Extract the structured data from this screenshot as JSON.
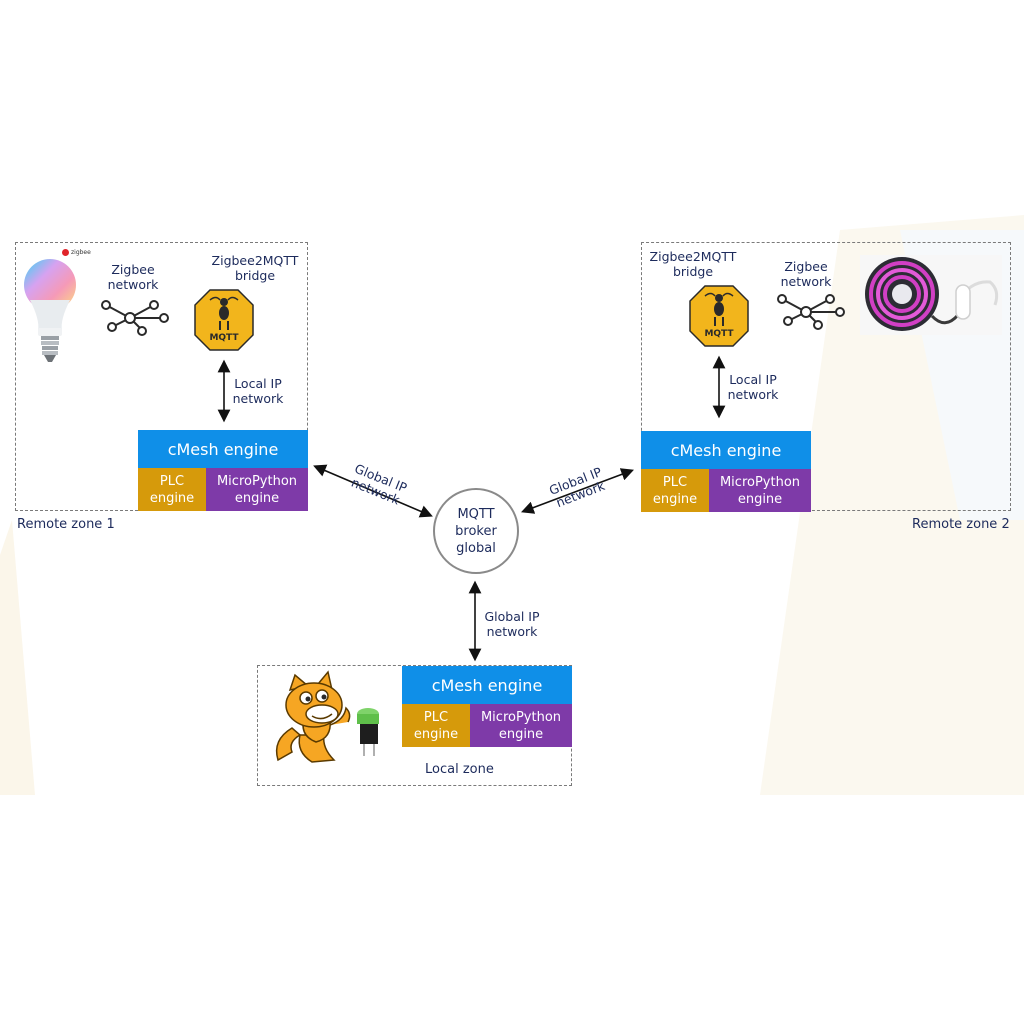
{
  "remote_zone_1": {
    "name": "Remote zone 1",
    "zigbee_brand": "zigbee",
    "zigbee_network": [
      "Zigbee",
      "network"
    ],
    "bridge": [
      "Zigbee2MQTT",
      "bridge"
    ],
    "mqtt_logo_text": "MQTT",
    "local_link": [
      "Local IP",
      "network"
    ],
    "engine": {
      "title": "cMesh engine",
      "plc": [
        "PLC",
        "engine"
      ],
      "micropython": [
        "MicroPython",
        "engine"
      ]
    }
  },
  "remote_zone_2": {
    "name": "Remote zone 2",
    "zigbee_network": [
      "Zigbee",
      "network"
    ],
    "bridge": [
      "Zigbee2MQTT",
      "bridge"
    ],
    "mqtt_logo_text": "MQTT",
    "local_link": [
      "Local IP",
      "network"
    ],
    "engine": {
      "title": "cMesh engine",
      "plc": [
        "PLC",
        "engine"
      ],
      "micropython": [
        "MicroPython",
        "engine"
      ]
    }
  },
  "local_zone": {
    "name": "Local zone",
    "engine": {
      "title": "cMesh engine",
      "plc": [
        "PLC",
        "engine"
      ],
      "micropython": [
        "MicroPython",
        "engine"
      ]
    }
  },
  "broker": {
    "lines": [
      "MQTT",
      "broker",
      "global"
    ]
  },
  "global_links": {
    "left": [
      "Global IP",
      "network"
    ],
    "right": [
      "Global IP",
      "network"
    ],
    "bottom": [
      "Global IP",
      "network"
    ]
  },
  "colors": {
    "cmesh_blue": "#0f8fe8",
    "plc_gold": "#d69a0b",
    "micropython_purple": "#7e3aa8",
    "mqtt_logo_yellow": "#f2b51c",
    "text_navy": "#1d2b5c"
  }
}
